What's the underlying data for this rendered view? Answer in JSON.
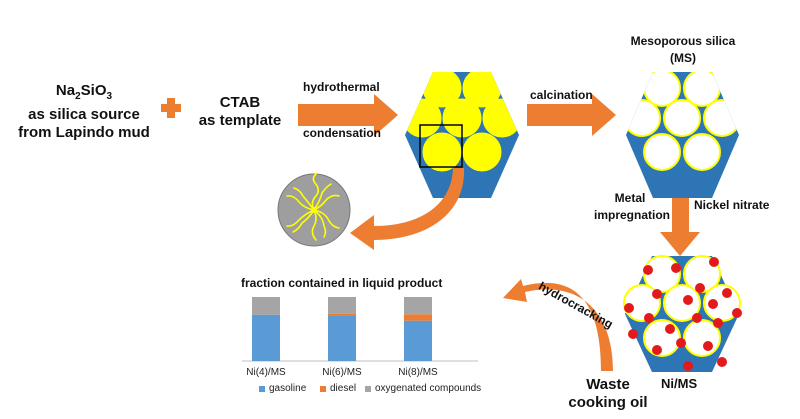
{
  "source": {
    "formula_base": "Na",
    "formula_sub1": "2",
    "formula_mid": "SiO",
    "formula_sub2": "3",
    "line2": "as silica source",
    "line3": "from Lapindo mud"
  },
  "template": {
    "line1": "CTAB",
    "line2": "as template"
  },
  "step_hydrothermal": {
    "top": "hydrothermal",
    "bottom": "condensation"
  },
  "step_calcination": "calcination",
  "product_ms": {
    "line1": "Mesoporous silica",
    "line2": "(MS)"
  },
  "step_impregnation": {
    "left_line1": "Metal",
    "left_line2": "impregnation",
    "right": "Nickel nitrate"
  },
  "product_nims": "Ni/MS",
  "step_hydrocracking": "hydrocracking",
  "feedstock": {
    "line1": "Waste",
    "line2": "cooking oil"
  },
  "colors": {
    "arrow": "#ed7d31",
    "hexagon": "#2e75b6",
    "pore_filled": "#ffff00",
    "pore_empty": "#ffffff",
    "pore_border": "#ffff00",
    "nickel": "#e31a1c",
    "micelle_bg": "#9e9e9e",
    "micelle_chain": "#ffff00"
  },
  "chart_data": {
    "type": "bar",
    "stacked": true,
    "title": "fraction contained in liquid product",
    "categories": [
      "Ni(4)/MS",
      "Ni(6)/MS",
      "Ni(8)/MS"
    ],
    "ylim": [
      0,
      100
    ],
    "grid": false,
    "legend_position": "bottom",
    "series": [
      {
        "name": "gasoline",
        "color": "#5b9bd5",
        "values": [
          72,
          71,
          63
        ]
      },
      {
        "name": "diesel",
        "color": "#ed7d31",
        "values": [
          0,
          3,
          10
        ]
      },
      {
        "name": "oxygenated compounds",
        "color": "#a5a5a5",
        "values": [
          28,
          26,
          27
        ]
      }
    ]
  }
}
